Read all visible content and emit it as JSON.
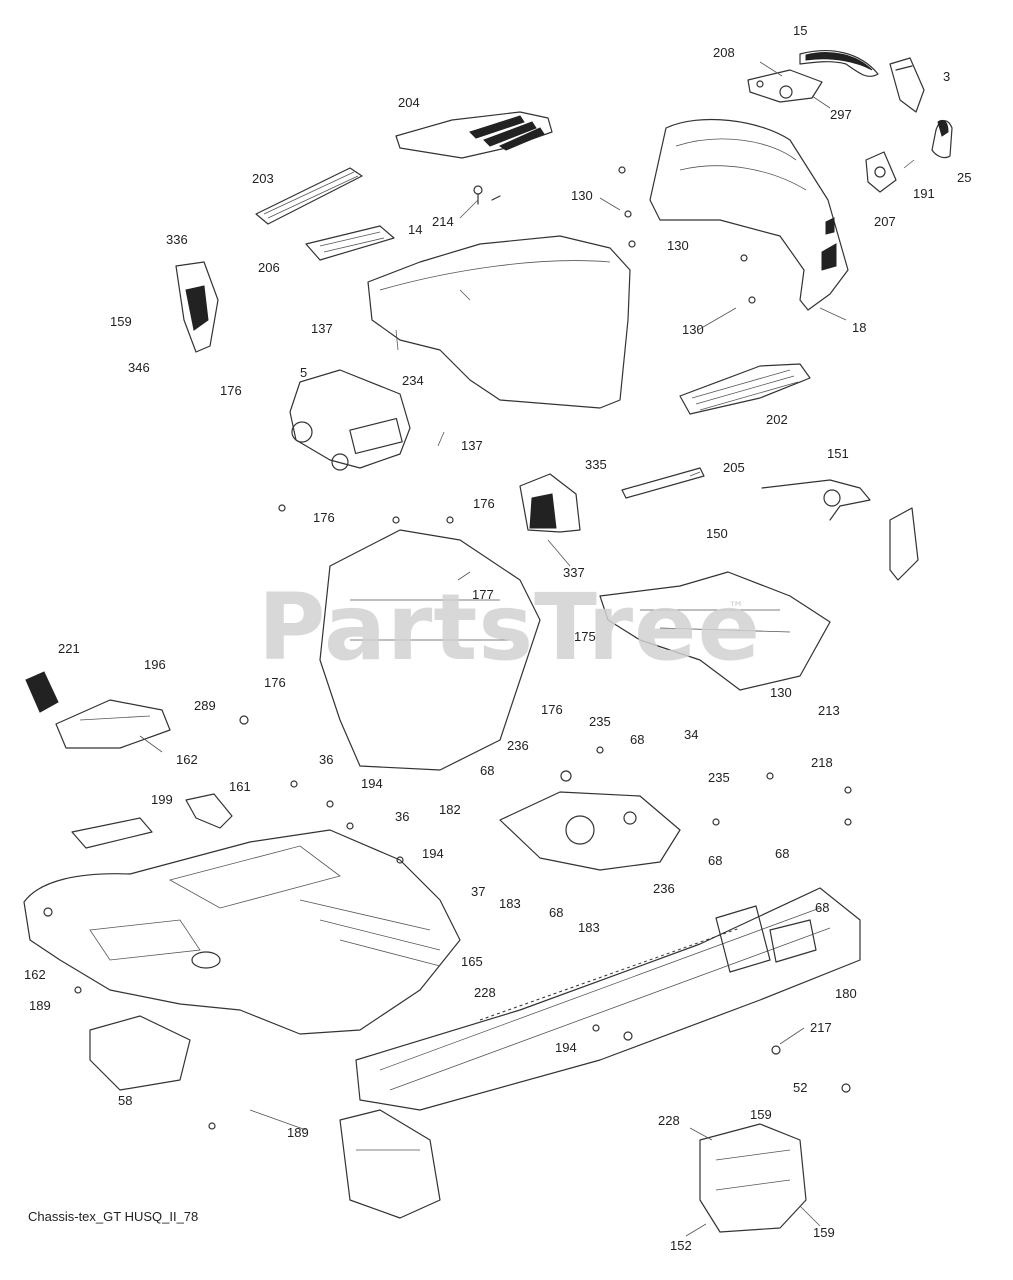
{
  "diagram": {
    "caption": "Chassis-tex_GT HUSQ_II_78",
    "watermark": "PartsTree",
    "watermark_mark": "™",
    "callouts": [
      {
        "id": "c15",
        "label": "15"
      },
      {
        "id": "c208",
        "label": "208"
      },
      {
        "id": "c3",
        "label": "3"
      },
      {
        "id": "c297",
        "label": "297"
      },
      {
        "id": "c204",
        "label": "204"
      },
      {
        "id": "c25",
        "label": "25"
      },
      {
        "id": "c191",
        "label": "191"
      },
      {
        "id": "c203",
        "label": "203"
      },
      {
        "id": "c130a",
        "label": "130"
      },
      {
        "id": "c214",
        "label": "214"
      },
      {
        "id": "c207",
        "label": "207"
      },
      {
        "id": "c336",
        "label": "336"
      },
      {
        "id": "c14",
        "label": "14"
      },
      {
        "id": "c130b",
        "label": "130"
      },
      {
        "id": "c206",
        "label": "206"
      },
      {
        "id": "c159a",
        "label": "159"
      },
      {
        "id": "c137a",
        "label": "137"
      },
      {
        "id": "c130c",
        "label": "130"
      },
      {
        "id": "c18",
        "label": "18"
      },
      {
        "id": "c346",
        "label": "346"
      },
      {
        "id": "c5",
        "label": "5"
      },
      {
        "id": "c234",
        "label": "234"
      },
      {
        "id": "c176a",
        "label": "176"
      },
      {
        "id": "c202",
        "label": "202"
      },
      {
        "id": "c137b",
        "label": "137"
      },
      {
        "id": "c335",
        "label": "335"
      },
      {
        "id": "c205",
        "label": "205"
      },
      {
        "id": "c151",
        "label": "151"
      },
      {
        "id": "c176b",
        "label": "176"
      },
      {
        "id": "c176c",
        "label": "176"
      },
      {
        "id": "c150",
        "label": "150"
      },
      {
        "id": "c337",
        "label": "337"
      },
      {
        "id": "c177",
        "label": "177"
      },
      {
        "id": "c175",
        "label": "175"
      },
      {
        "id": "c221",
        "label": "221"
      },
      {
        "id": "c196",
        "label": "196"
      },
      {
        "id": "c176d",
        "label": "176"
      },
      {
        "id": "c130d",
        "label": "130"
      },
      {
        "id": "c289",
        "label": "289"
      },
      {
        "id": "c176e",
        "label": "176"
      },
      {
        "id": "c235a",
        "label": "235"
      },
      {
        "id": "c213",
        "label": "213"
      },
      {
        "id": "c68a",
        "label": "68"
      },
      {
        "id": "c34",
        "label": "34"
      },
      {
        "id": "c162a",
        "label": "162"
      },
      {
        "id": "c236a",
        "label": "236"
      },
      {
        "id": "c36a",
        "label": "36"
      },
      {
        "id": "c235b",
        "label": "235"
      },
      {
        "id": "c218",
        "label": "218"
      },
      {
        "id": "c161",
        "label": "161"
      },
      {
        "id": "c68b",
        "label": "68"
      },
      {
        "id": "c194a",
        "label": "194"
      },
      {
        "id": "c199",
        "label": "199"
      },
      {
        "id": "c182",
        "label": "182"
      },
      {
        "id": "c36b",
        "label": "36"
      },
      {
        "id": "c68c",
        "label": "68"
      },
      {
        "id": "c194b",
        "label": "194"
      },
      {
        "id": "c68d",
        "label": "68"
      },
      {
        "id": "c236b",
        "label": "236"
      },
      {
        "id": "c37",
        "label": "37"
      },
      {
        "id": "c183a",
        "label": "183"
      },
      {
        "id": "c68e",
        "label": "68"
      },
      {
        "id": "c68f",
        "label": "68"
      },
      {
        "id": "c183b",
        "label": "183"
      },
      {
        "id": "c165",
        "label": "165"
      },
      {
        "id": "c162b",
        "label": "162"
      },
      {
        "id": "c228a",
        "label": "228"
      },
      {
        "id": "c180",
        "label": "180"
      },
      {
        "id": "c189a",
        "label": "189"
      },
      {
        "id": "c217",
        "label": "217"
      },
      {
        "id": "c194c",
        "label": "194"
      },
      {
        "id": "c52",
        "label": "52"
      },
      {
        "id": "c58",
        "label": "58"
      },
      {
        "id": "c159b",
        "label": "159"
      },
      {
        "id": "c228b",
        "label": "228"
      },
      {
        "id": "c189b",
        "label": "189"
      },
      {
        "id": "c159c",
        "label": "159"
      },
      {
        "id": "c152",
        "label": "152"
      }
    ]
  }
}
